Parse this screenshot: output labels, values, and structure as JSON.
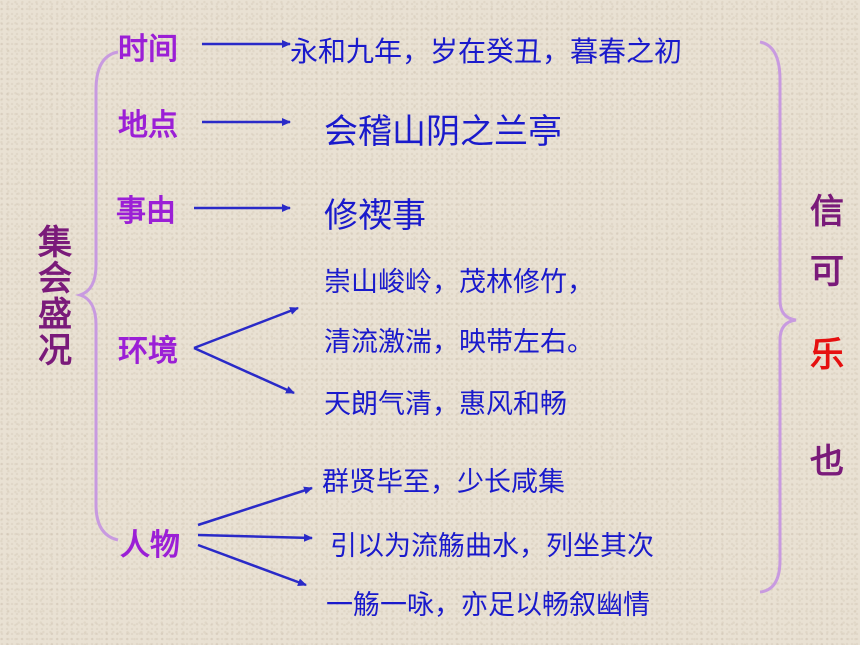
{
  "left_title": [
    "集",
    "会",
    "盛",
    "况"
  ],
  "right_title": [
    "信",
    "可",
    "乐",
    "也"
  ],
  "rows": {
    "time": {
      "label": "时间",
      "items": [
        "永和九年，岁在癸丑，暮春之初"
      ]
    },
    "place": {
      "label": "地点",
      "items": [
        "会稽山阴之兰亭"
      ]
    },
    "reason": {
      "label": "事由",
      "items": [
        "修禊事"
      ]
    },
    "scenery": {
      "label": "环境",
      "items": [
        "崇山峻岭，茂林修竹，",
        "清流激湍，映带左右。",
        "天朗气清，惠风和畅"
      ]
    },
    "people": {
      "label": "人物",
      "items": [
        "群贤毕至，少长咸集",
        "引以为流觞曲水，列坐其次",
        "一觞一咏，亦足以畅叙幽情"
      ]
    }
  },
  "colors": {
    "label": "#9b1fd6",
    "text": "#1a1acc",
    "arrow": "#2a2ac8",
    "bracket": "#c89ae0",
    "title": "#7a1a7a",
    "accent": "#e61010"
  }
}
